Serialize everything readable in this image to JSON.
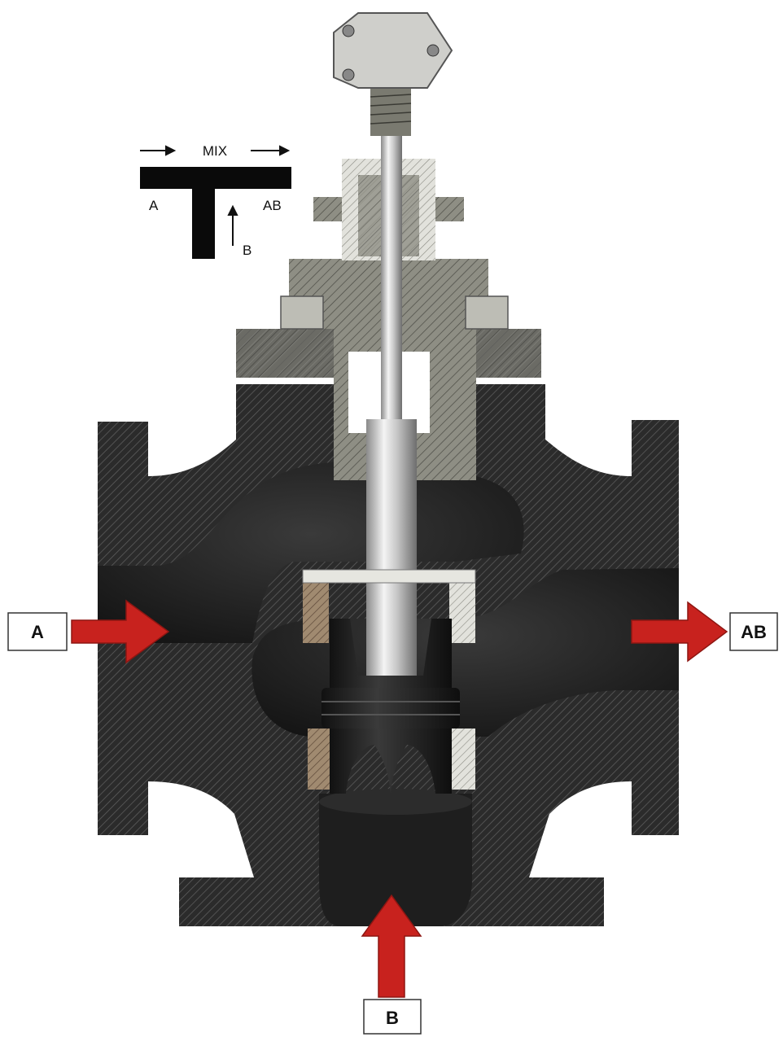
{
  "schematic": {
    "title": "MIX",
    "inlet_a": "A",
    "outlet_ab": "AB",
    "inlet_b": "B"
  },
  "ports": {
    "a": "A",
    "ab": "AB",
    "b": "B"
  },
  "colors": {
    "body": "#2b2b2b",
    "body_hatch": "#5a5a5a",
    "cavity": "#1c1c1c",
    "metal": "#9a9a8e",
    "stem": "#d7d7d7",
    "flow_arrow": "#c8221e",
    "plug": "#161616"
  }
}
